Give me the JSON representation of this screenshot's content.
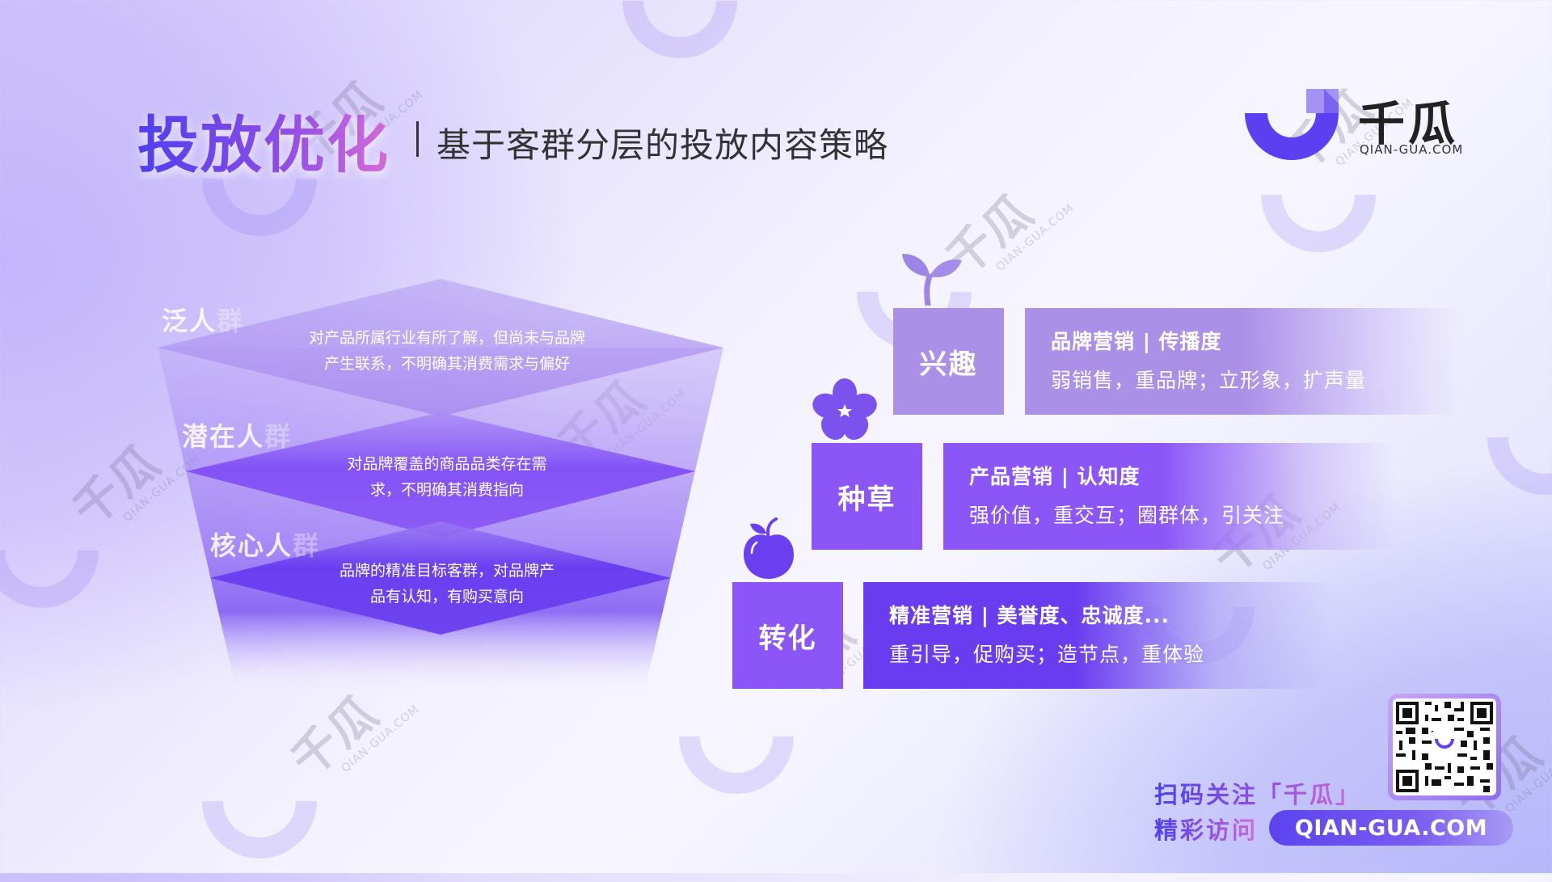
{
  "header": {
    "title": "投放优化",
    "subtitle": "基于客群分层的投放内容策略"
  },
  "logo": {
    "name": "千瓜",
    "url": "QIAN-GUA.COM"
  },
  "watermark": {
    "text": "千瓜",
    "sub": "QIAN-GUA.COM"
  },
  "funnel": {
    "layers": [
      {
        "label_strong": "泛人",
        "label_fade": "群",
        "description_line1": "对产品所属行业有所了解，但尚未与品牌",
        "description_line2": "产生联系，不明确其消费需求与偏好"
      },
      {
        "label_strong": "潜在人",
        "label_fade": "群",
        "description_line1": "对品牌覆盖的商品品类存在需",
        "description_line2": "求，不明确其消费指向"
      },
      {
        "label_strong": "核心人",
        "label_fade": "群",
        "description_line1": "品牌的精准目标客群，对品牌产",
        "description_line2": "品有认知，有购买意向"
      }
    ]
  },
  "stages": [
    {
      "name": "兴趣",
      "icon": "sprout-icon",
      "heading": "品牌营销 | 传播度",
      "detail": "弱销售，重品牌；立形象，扩声量",
      "color": "#ab90e8"
    },
    {
      "name": "种草",
      "icon": "flower-icon",
      "heading": "产品营销 | 认知度",
      "detail": "强价值，重交互；圈群体，引关注",
      "color": "#8b55f7"
    },
    {
      "name": "转化",
      "icon": "fruit-icon",
      "heading": "精准营销 | 美誉度、忠诚度...",
      "detail": "重引导，促购买；造节点，重体验",
      "color": "#6a3cf0"
    }
  ],
  "footer": {
    "scan_text": "扫码关注「千瓜」",
    "visit_text": "精彩访问",
    "url_button": "QIAN-GUA.COM"
  },
  "colors": {
    "accent_blue": "#4f3ff0",
    "accent_purple": "#8b55f7",
    "accent_pink": "#d46bd8",
    "light_purple": "#ab90e8"
  }
}
